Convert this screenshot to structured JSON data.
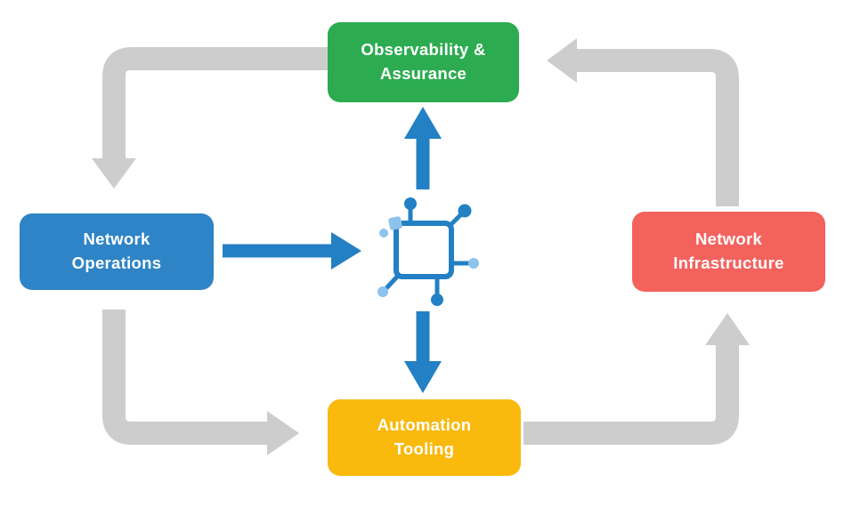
{
  "diagram": {
    "nodes": {
      "observability": {
        "label": "Observability & Assurance",
        "color": "#2CAB50"
      },
      "operations": {
        "label": "Network Operations",
        "color": "#2E84C6"
      },
      "infrastructure": {
        "label": "Network Infrastructure",
        "color": "#F4625E"
      },
      "automation": {
        "label": "Automation Tooling",
        "color": "#F9B90D"
      }
    },
    "edges": [
      {
        "from": "observability",
        "to": "operations",
        "style": "gray-cycle"
      },
      {
        "from": "operations",
        "to": "automation",
        "style": "gray-cycle"
      },
      {
        "from": "automation",
        "to": "infrastructure",
        "style": "gray-cycle"
      },
      {
        "from": "infrastructure",
        "to": "observability",
        "style": "gray-cycle"
      },
      {
        "from": "operations",
        "to": "center-icon",
        "style": "blue"
      },
      {
        "from": "center-icon",
        "to": "observability",
        "style": "blue"
      },
      {
        "from": "center-icon",
        "to": "automation",
        "style": "blue"
      }
    ],
    "center_icon": "network-topology-icon"
  },
  "colors": {
    "flow_arrow": "#CDCDCD",
    "data_arrow": "#2380C4",
    "icon_light": "#8CC3EC"
  }
}
